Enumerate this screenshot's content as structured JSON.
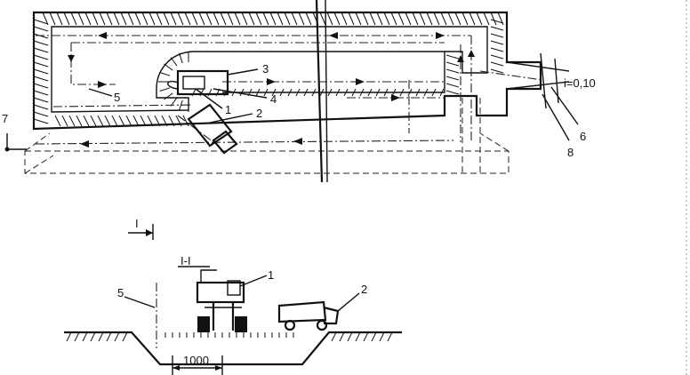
{
  "plan": {
    "callouts": {
      "c1": "1",
      "c2": "2",
      "c3": "3",
      "c4": "4",
      "c5": "5",
      "c6": "6",
      "c7": "7",
      "c8": "8"
    },
    "slope_label": "i=0,10",
    "section_mark": "I"
  },
  "section": {
    "title": "I-I",
    "callouts": {
      "c1": "1",
      "c2": "2",
      "c5": "5"
    },
    "dimension": "1000"
  }
}
